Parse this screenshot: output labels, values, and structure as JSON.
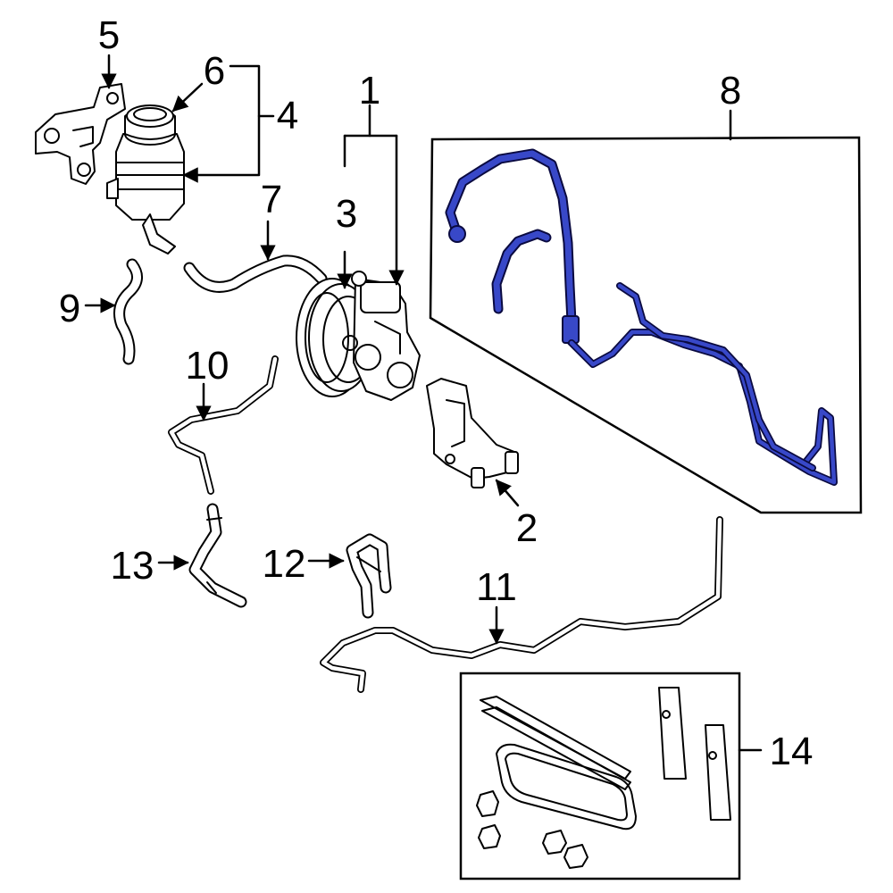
{
  "diagram": {
    "callouts": [
      {
        "id": "c1",
        "label": "1"
      },
      {
        "id": "c2",
        "label": "2"
      },
      {
        "id": "c3",
        "label": "3"
      },
      {
        "id": "c4",
        "label": "4"
      },
      {
        "id": "c5",
        "label": "5"
      },
      {
        "id": "c6",
        "label": "6"
      },
      {
        "id": "c7",
        "label": "7"
      },
      {
        "id": "c8",
        "label": "8"
      },
      {
        "id": "c9",
        "label": "9"
      },
      {
        "id": "c10",
        "label": "10"
      },
      {
        "id": "c11",
        "label": "11"
      },
      {
        "id": "c12",
        "label": "12"
      },
      {
        "id": "c13",
        "label": "13"
      },
      {
        "id": "c14",
        "label": "14"
      }
    ],
    "colors": {
      "highlight_fill": "#3848c8",
      "highlight_outline": "#0a0a40",
      "line": "#000000",
      "background": "#ffffff"
    }
  }
}
